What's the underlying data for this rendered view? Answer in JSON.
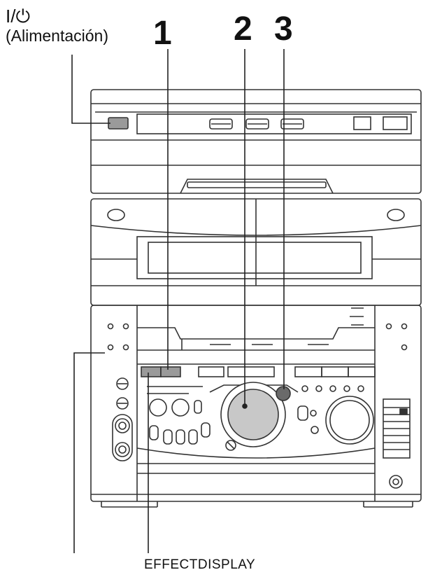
{
  "labels": {
    "power_symbol": "I/⏻",
    "power_label": "(Alimentación)",
    "callout_1": "1",
    "callout_2": "2",
    "callout_3": "3",
    "bottom_label": "EFFECTDISPLAY"
  },
  "colors": {
    "line": "#333333",
    "dial_fill": "#c8c8c8",
    "button_fill": "#9a9a9a",
    "knob_fill": "#6a6a6a"
  }
}
